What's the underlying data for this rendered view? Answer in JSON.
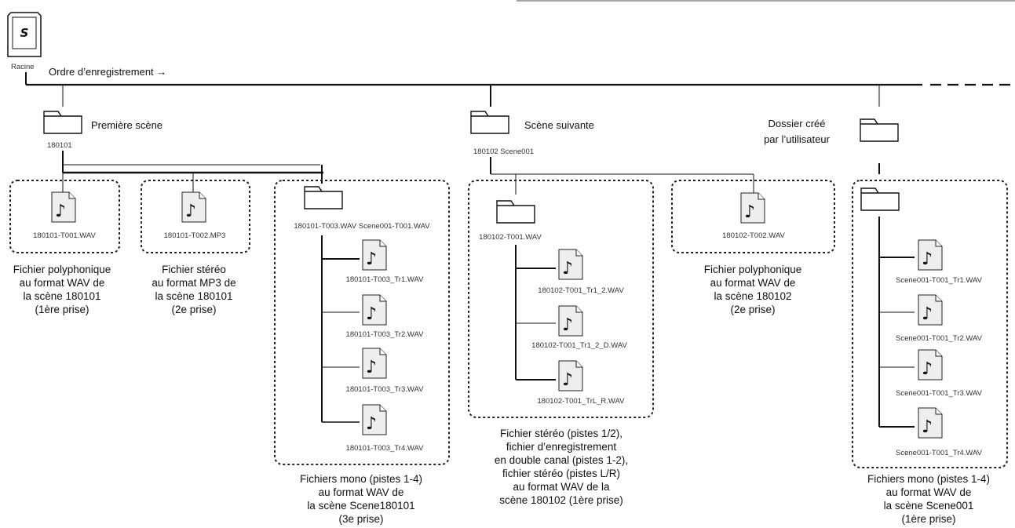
{
  "root": {
    "sd_logo": "S",
    "label": "Racine",
    "order_label": "Ordre d’enregistrement →"
  },
  "folders": {
    "premiere": {
      "name": "Première scène",
      "id": "180101"
    },
    "suivante": {
      "name": "Scène suivante",
      "id": "180102 Scene001"
    },
    "user": {
      "name_line1": "Dossier créé",
      "name_line2": "par l’utilisateur"
    },
    "t003": {
      "id": "180101-T003.WAV Scene001-T001.WAV"
    },
    "s2t001": {
      "id": "180102-T001.WAV"
    }
  },
  "files": {
    "f1": "180101-T001.WAV",
    "f2": "180101-T002.MP3",
    "t003": [
      "180101-T003_Tr1.WAV",
      "180101-T003_Tr2.WAV",
      "180101-T003_Tr3.WAV",
      "180101-T003_Tr4.WAV"
    ],
    "s2sub": [
      "180102-T001_Tr1_2.WAV",
      "180102-T001_Tr1_2_D.WAV",
      "180102-T001_TrL_R.WAV"
    ],
    "s2f2": "180102-T002.WAV",
    "user": [
      "Scene001-T001_Tr1.WAV",
      "Scene001-T001_Tr2.WAV",
      "Scene001-T001_Tr3.WAV",
      "Scene001-T001_Tr4.WAV"
    ]
  },
  "captions": {
    "c1": [
      "Fichier polyphonique",
      "au format WAV de",
      "la scène 180101",
      "(1ère prise)"
    ],
    "c2": [
      "Fichier stéréo",
      "au format MP3 de",
      "la scène 180101",
      "(2e prise)"
    ],
    "c3": [
      "Fichiers mono (pistes 1-4)",
      "au format WAV de",
      "la scène Scene180101",
      "(3e prise)"
    ],
    "c4": [
      "Fichier stéréo (pistes 1/2),",
      "fichier d’enregistrement",
      "en double canal (pistes 1-2),",
      "fichier stéréo (pistes L/R)",
      "au format WAV de la",
      "scène 180102 (1ère prise)"
    ],
    "c5": [
      "Fichier polyphonique",
      "au format WAV de",
      "la scène 180102",
      "(2e prise)"
    ],
    "c6": [
      "Fichiers mono (pistes 1-4)",
      "au format WAV de",
      "la scène Scene001",
      "(1ère prise)"
    ]
  },
  "icons": {
    "file": "music-note-file-icon",
    "folder": "folder-icon",
    "sd": "sd-card-icon"
  }
}
